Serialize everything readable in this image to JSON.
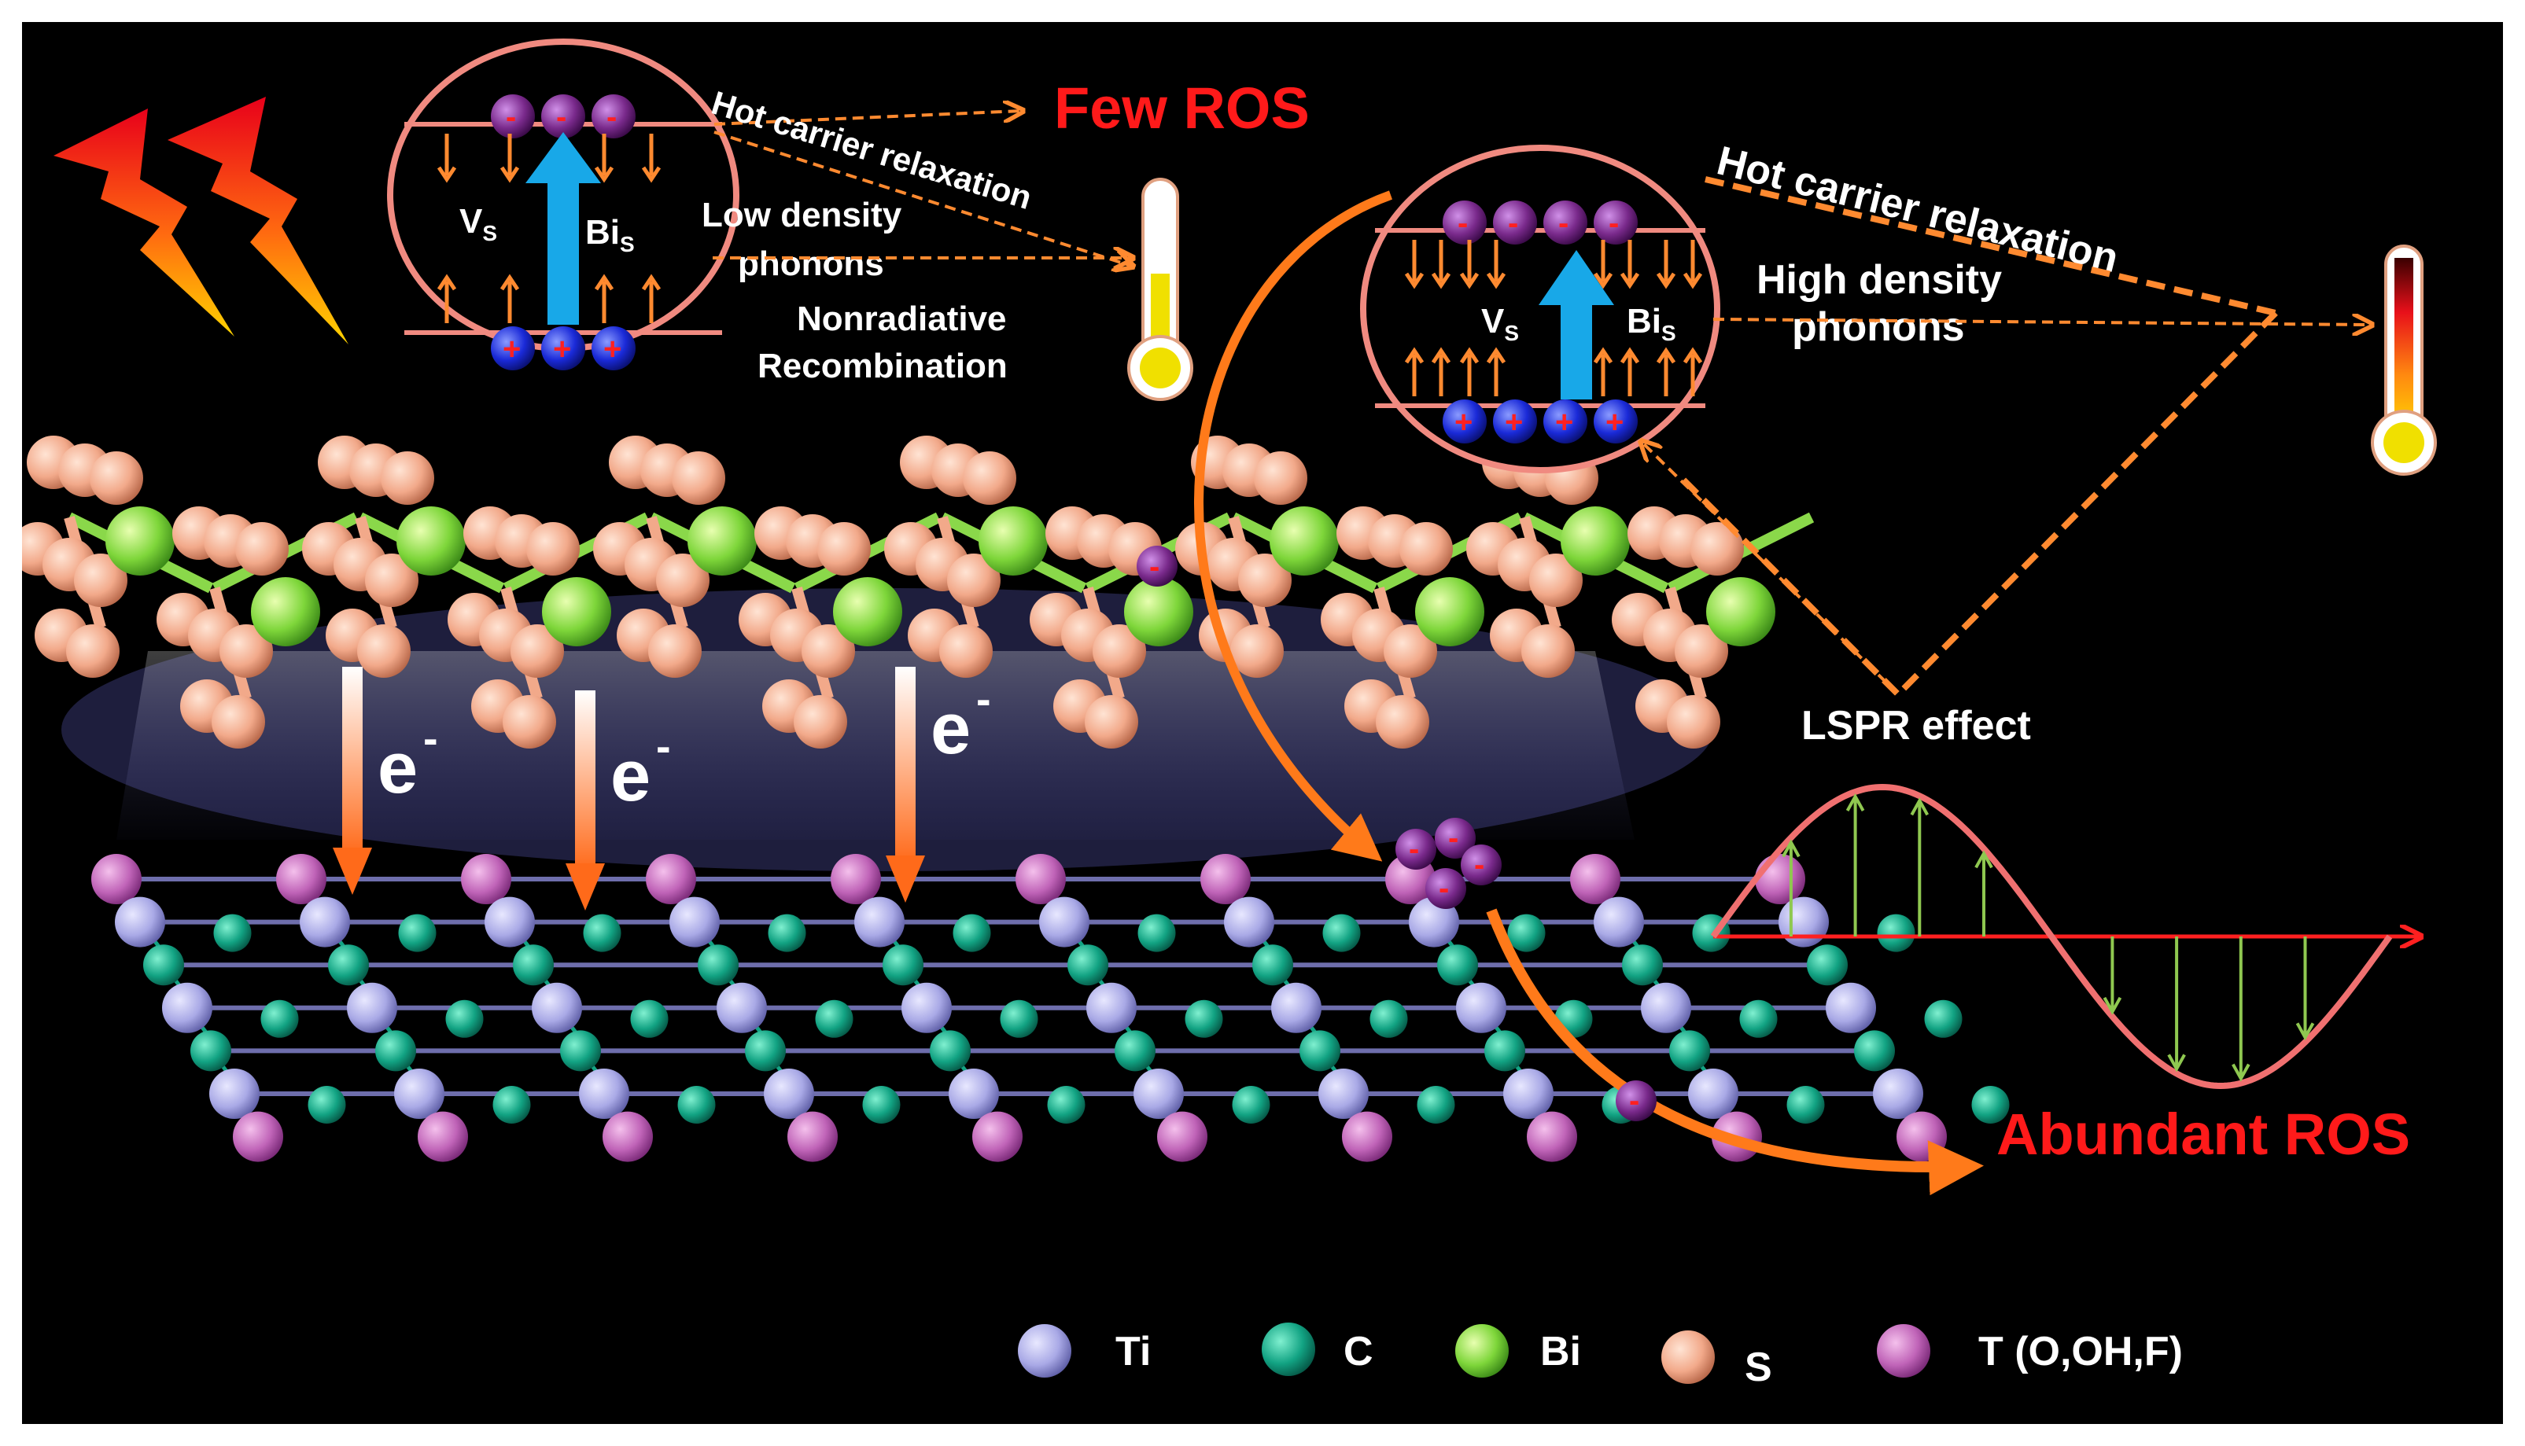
{
  "figure": {
    "few_ros": "Few ROS",
    "abundant_ros": "Abundant ROS",
    "left_circle": {
      "vs_main": "V",
      "vs_sub": "S",
      "bis_main": "Bi",
      "bis_sub": "S",
      "low_density_1": "Low density",
      "low_density_2": "phonons",
      "nonradiative_1": "Nonradiative",
      "nonradiative_2": "Recombination",
      "hot_carrier": "Hot carrier relaxation"
    },
    "right_circle": {
      "vs_main": "V",
      "vs_sub": "S",
      "bis_main": "Bi",
      "bis_sub": "S",
      "high_density_1": "High density",
      "high_density_2": "phonons",
      "hot_carrier": "Hot carrier relaxation"
    },
    "lspr": "LSPR effect",
    "electron_label": "e",
    "electron_sup": "-",
    "minus": "-",
    "plus": "+",
    "legend": [
      {
        "label": "Ti",
        "color": "#a9a9e6"
      },
      {
        "label": "C",
        "color": "#12a383"
      },
      {
        "label": "Bi",
        "color": "#7ed63a"
      },
      {
        "label": "S",
        "color": "#f2a98a"
      },
      {
        "label": "T (O,OH,F)",
        "color": "#c064b8"
      }
    ],
    "colors": {
      "circle_outline": "#f08a80",
      "orange_arrow": "#ff7a1a",
      "blue_arrow": "#18a8e8",
      "electron": "#7a2a8c",
      "hole": "#1a2ad8",
      "wave": "#f07070",
      "wave_arrows": "#8fc850"
    }
  }
}
